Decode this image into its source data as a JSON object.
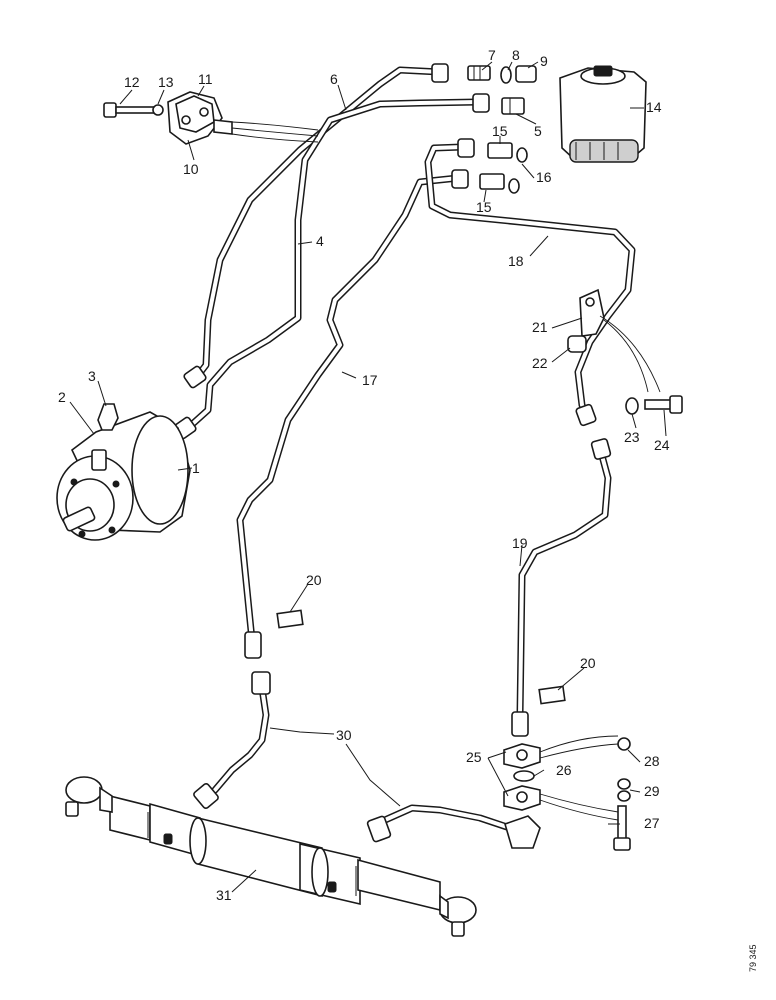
{
  "drawing_reference": "79 345",
  "callouts": {
    "c1": "1",
    "c2": "2",
    "c3": "3",
    "c4": "4",
    "c5": "5",
    "c6": "6",
    "c7": "7",
    "c8": "8",
    "c9": "9",
    "c10": "10",
    "c11": "11",
    "c12": "12",
    "c13": "13",
    "c14": "14",
    "c15a": "15",
    "c15b": "15",
    "c16": "16",
    "c17": "17",
    "c18": "18",
    "c19": "19",
    "c20a": "20",
    "c20b": "20",
    "c21": "21",
    "c22": "22",
    "c23": "23",
    "c24": "24",
    "c25": "25",
    "c26": "26",
    "c27": "27",
    "c28": "28",
    "c29": "29",
    "c30": "30",
    "c31": "31"
  }
}
